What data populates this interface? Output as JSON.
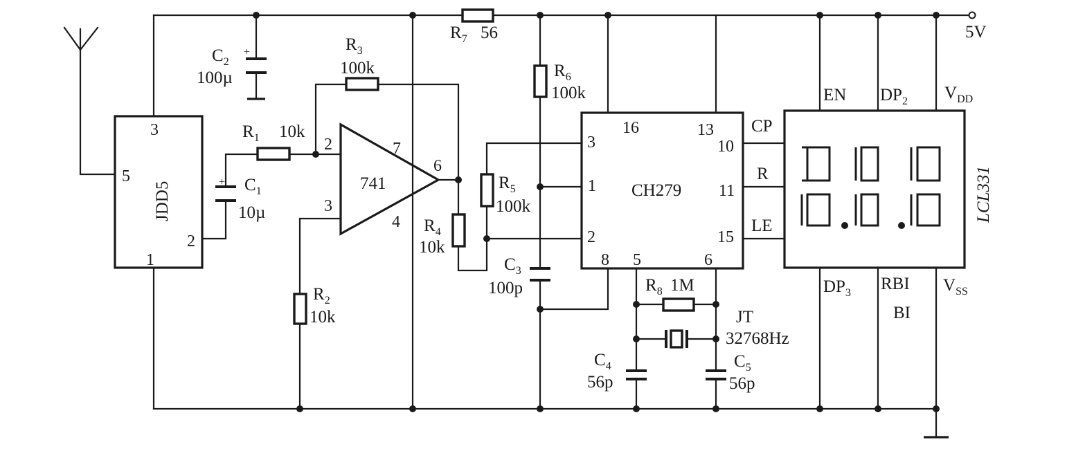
{
  "supply": {
    "label": "5V"
  },
  "antenna": {
    "name": "antenna"
  },
  "modules": {
    "jdd5": {
      "name": "JDD5",
      "pins": [
        "3",
        "5",
        "2",
        "1"
      ]
    },
    "op_amp": {
      "name": "741",
      "pins": [
        "2",
        "3",
        "7",
        "4",
        "6"
      ]
    },
    "ch279": {
      "name": "CH279",
      "pins": [
        "16",
        "13",
        "3",
        "1",
        "2",
        "8",
        "5",
        "6",
        "10",
        "11",
        "15"
      ]
    },
    "display": {
      "name": "LCL331",
      "pins_top": [
        "EN",
        "DP",
        "V"
      ],
      "pins_top_sub": [
        "",
        "2",
        "DD"
      ],
      "pins_side": [
        "CP",
        "R",
        "LE"
      ],
      "pins_bottom": [
        "DP",
        "RBI",
        "V",
        "BI"
      ],
      "pins_bottom_sub": [
        "3",
        "",
        "SS"
      ]
    }
  },
  "components": {
    "C2": {
      "ref": "C",
      "sub": "2",
      "value": "100µ",
      "polarity": "+"
    },
    "C1": {
      "ref": "C",
      "sub": "1",
      "value": "10µ",
      "polarity": "+"
    },
    "R1": {
      "ref": "R",
      "sub": "1",
      "value": "10k"
    },
    "R2": {
      "ref": "R",
      "sub": "2",
      "value": "10k"
    },
    "R3": {
      "ref": "R",
      "sub": "3",
      "value": "100k"
    },
    "R4": {
      "ref": "R",
      "sub": "4",
      "value": "10k"
    },
    "R5": {
      "ref": "R",
      "sub": "5",
      "value": "100k"
    },
    "R6": {
      "ref": "R",
      "sub": "6",
      "value": "100k"
    },
    "R7": {
      "ref": "R",
      "sub": "7",
      "value": "56"
    },
    "R8": {
      "ref": "R",
      "sub": "8",
      "value": "1M"
    },
    "C3": {
      "ref": "C",
      "sub": "3",
      "value": "100p"
    },
    "C4": {
      "ref": "C",
      "sub": "4",
      "value": "56p"
    },
    "C5": {
      "ref": "C",
      "sub": "5",
      "value": "56p"
    },
    "JT": {
      "ref": "JT",
      "value": "32768Hz"
    }
  }
}
